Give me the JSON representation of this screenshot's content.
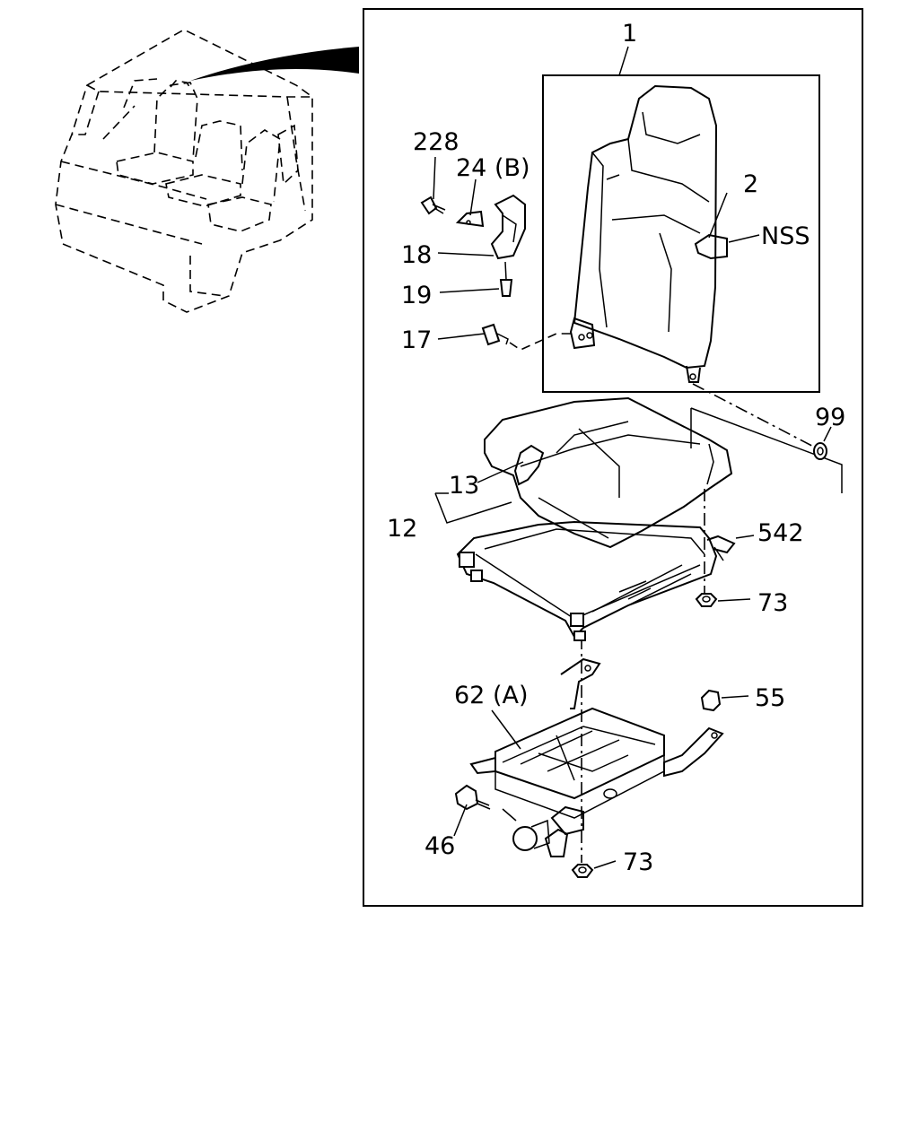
{
  "labels": {
    "p1": "1",
    "p2": "2",
    "nss": "NSS",
    "p228": "228",
    "p24b": "24 (B)",
    "p18": "18",
    "p19": "19",
    "p17": "17",
    "p99": "99",
    "p13": "13",
    "p12": "12",
    "p542": "542",
    "p73a": "73",
    "p62a": "62 (A)",
    "p55": "55",
    "p46": "46",
    "p73b": "73"
  }
}
